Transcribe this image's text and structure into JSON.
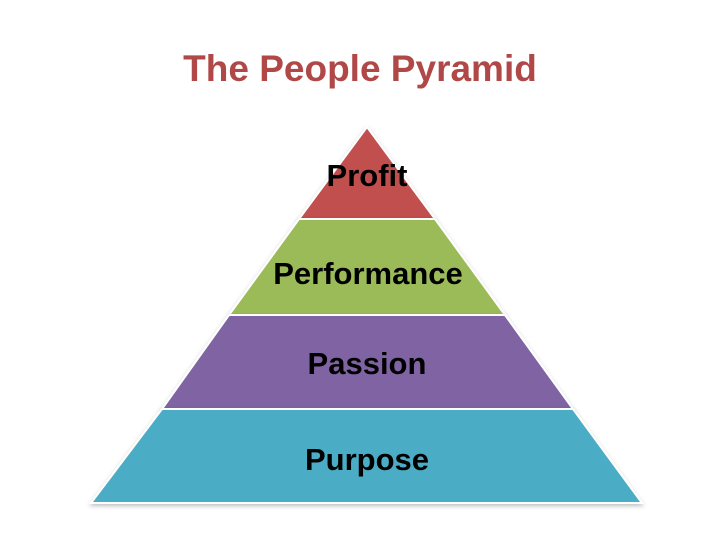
{
  "title": "The People Pyramid",
  "levels": [
    {
      "label": "Profit",
      "color": "#c0504d"
    },
    {
      "label": "Performance",
      "color": "#9bbb59"
    },
    {
      "label": "Passion",
      "color": "#8064a2"
    },
    {
      "label": "Purpose",
      "color": "#4bacc6"
    }
  ]
}
